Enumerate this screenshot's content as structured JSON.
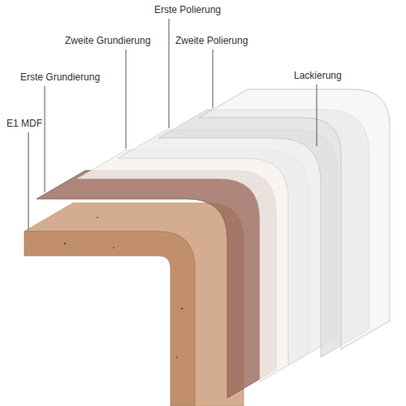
{
  "diagram": {
    "labels": [
      "Erste Polierung",
      "Zweite Grundierung",
      "Zweite Polierung",
      "Lackierung",
      "Erste Grundierung",
      "E1 MDF"
    ]
  }
}
